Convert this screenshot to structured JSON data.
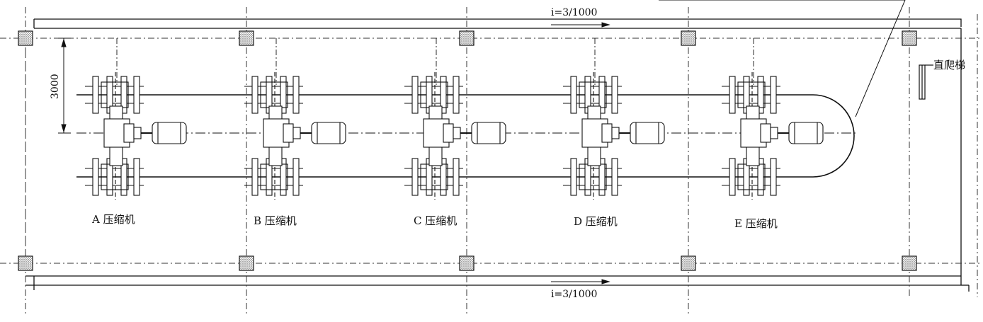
{
  "slope_top": "i=3/1000",
  "slope_bottom": "i=3/1000",
  "dimension": "3000",
  "ladder": "直爬梯",
  "compressors": [
    {
      "id": "A",
      "label": "A 压缩机"
    },
    {
      "id": "B",
      "label": "B 压缩机"
    },
    {
      "id": "C",
      "label": "C 压缩机"
    },
    {
      "id": "D",
      "label": "D 压缩机"
    },
    {
      "id": "E",
      "label": "E 压缩机"
    }
  ]
}
